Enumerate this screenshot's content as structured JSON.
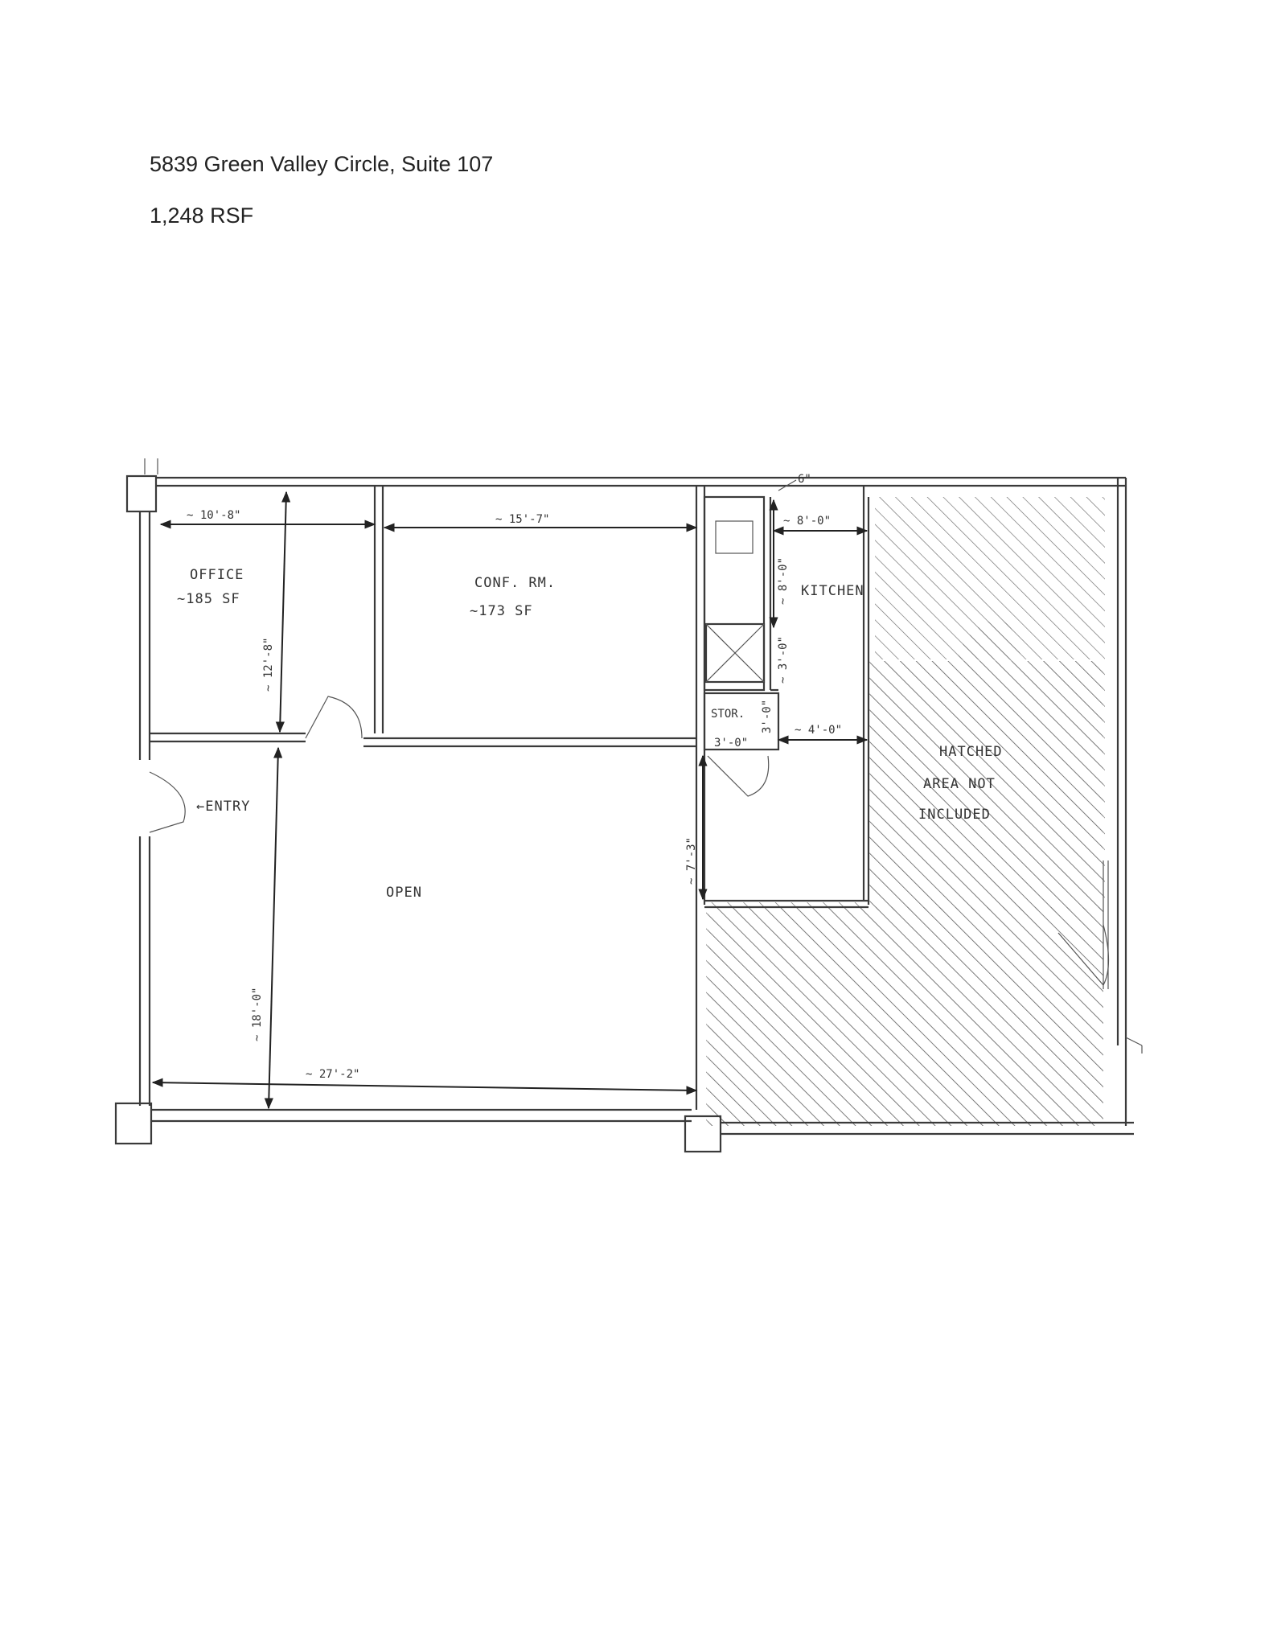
{
  "header": {
    "address": "5839 Green Valley Circle, Suite 107",
    "rsf": "1,248 RSF"
  },
  "plan": {
    "rooms": {
      "office_name": "OFFICE",
      "office_area": "~185 SF",
      "conf_name": "CONF. RM.",
      "conf_area": "~173 SF",
      "kitchen_name": "KITCHEN",
      "stor_name": "STOR.",
      "open_name": "OPEN",
      "entry": "←ENTRY",
      "hatched_1": "HATCHED",
      "hatched_2": "AREA NOT",
      "hatched_3": "INCLUDED"
    },
    "dimensions": {
      "office_width": "~ 10'-8\"",
      "conf_width": "~ 15'-7\"",
      "kitchen_width": "~ 8'-0\"",
      "wall_6": "6\"",
      "office_depth": "~ 12'-8\"",
      "kitchen_depth_upper": "~ 8'-0\"",
      "kitchen_depth_lower": "~ 3'-0\"",
      "stor_depth": "3'-0\"",
      "stor_width": "3'-0\"",
      "kitchen_lower_width": "~ 4'-0\"",
      "corridor_depth": "~ 7'-3\"",
      "open_depth": "~ 18'-0\"",
      "open_width": "~ 27'-2\""
    },
    "colors": {
      "line": "#3a3a3a",
      "hatch": "#6a6a6a"
    }
  }
}
